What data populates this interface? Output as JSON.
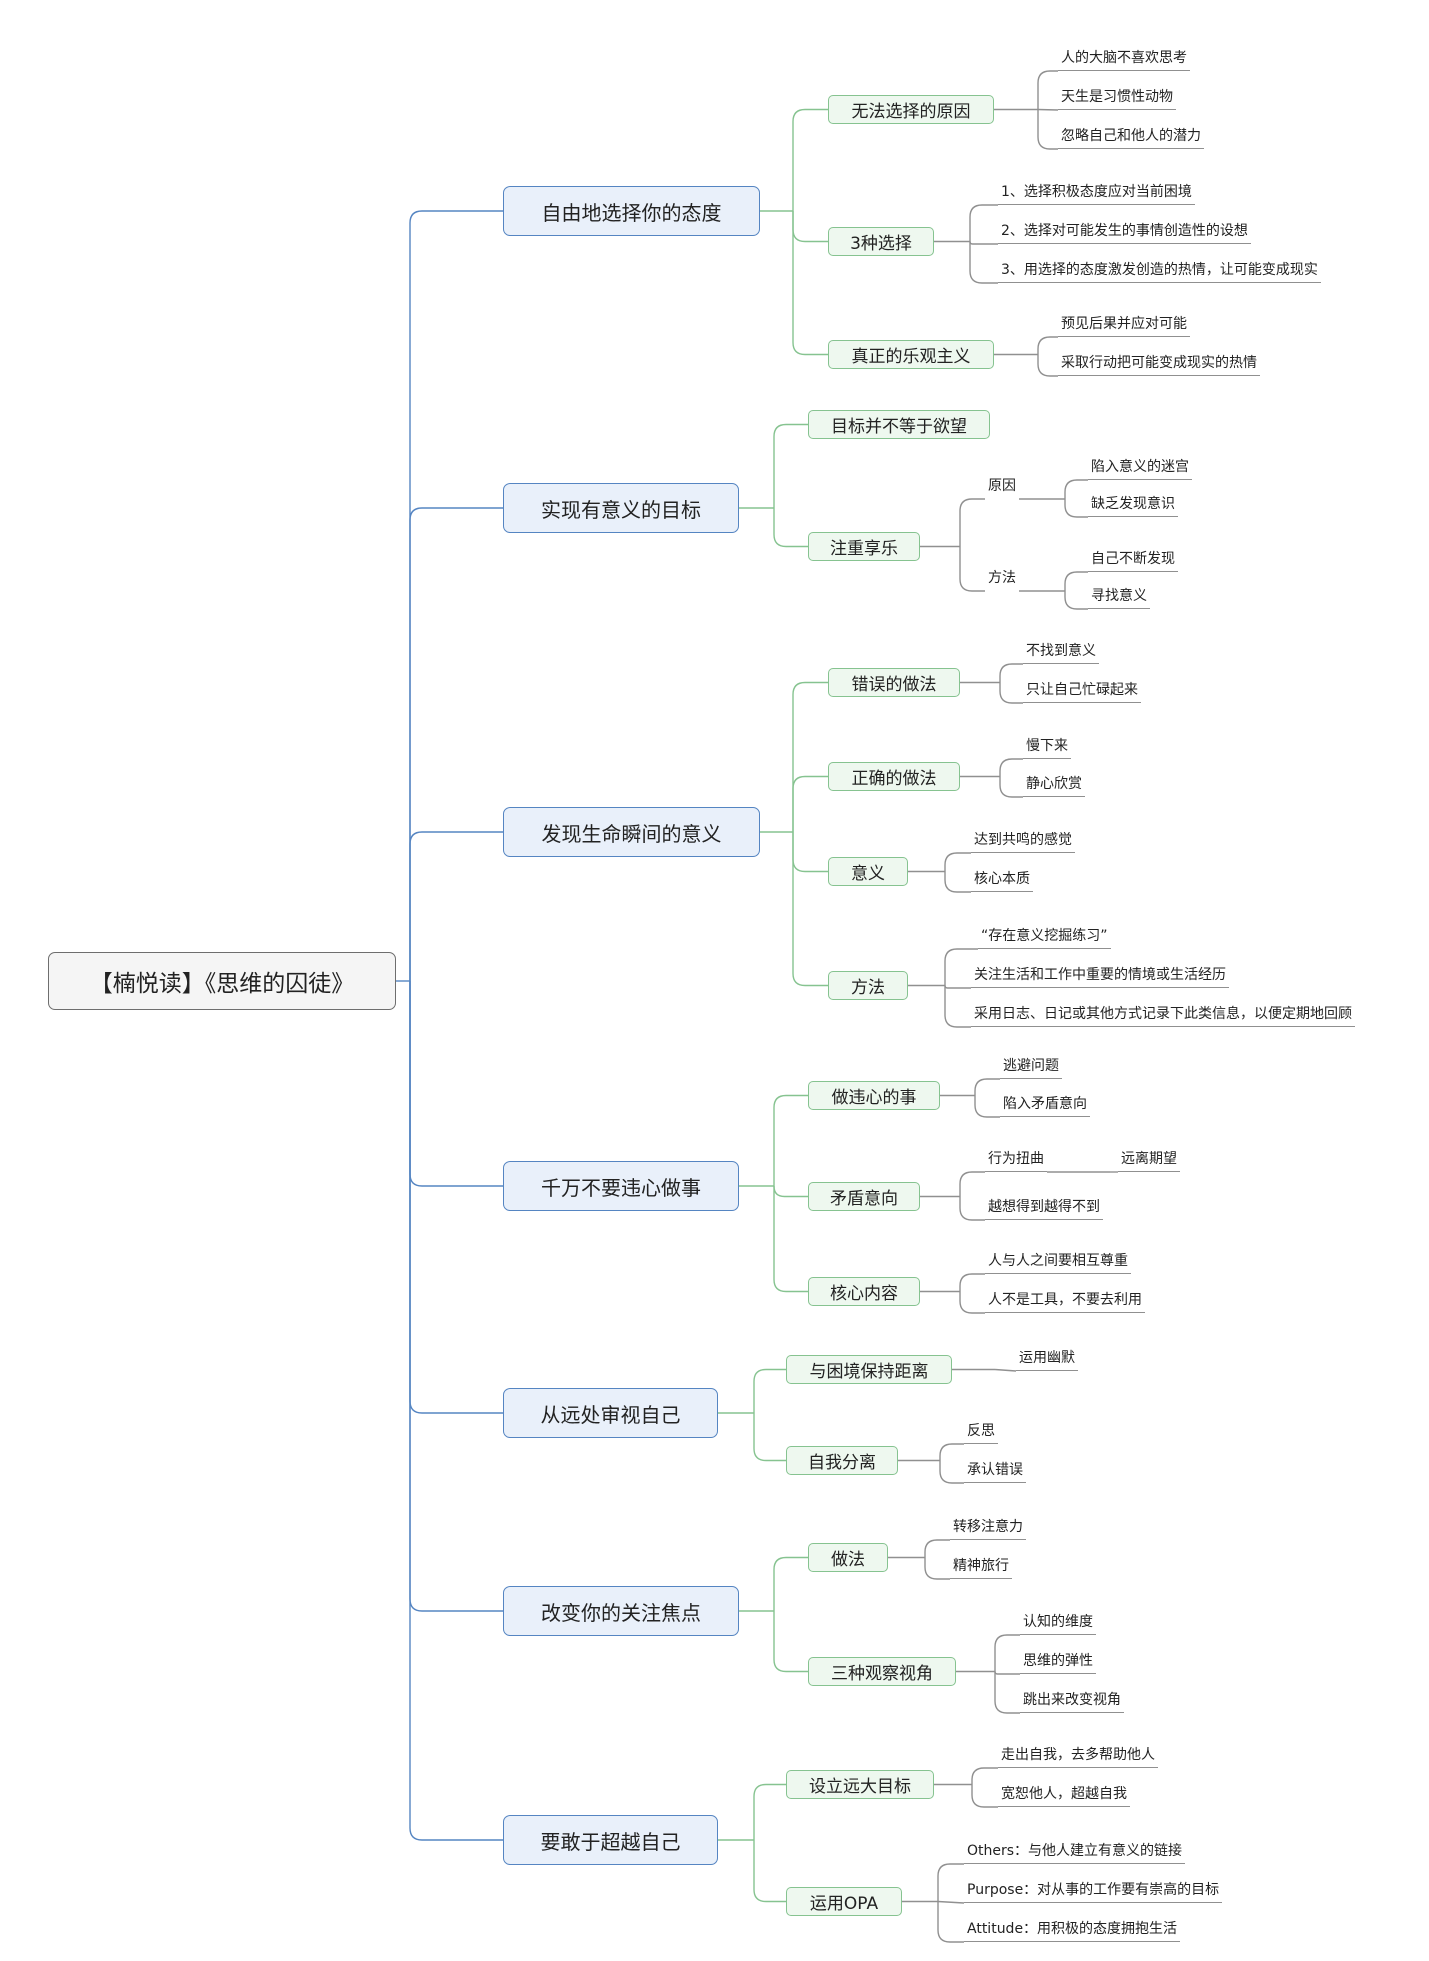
{
  "root": "【楠悦读】《思维的囚徒》",
  "b1": {
    "title": "自由地选择你的态度",
    "s1": {
      "title": "无法选择的原因",
      "items": [
        "人的大脑不喜欢思考",
        "天生是习惯性动物",
        "忽略自己和他人的潜力"
      ]
    },
    "s2": {
      "title": "3种选择",
      "items": [
        "1、选择积极态度应对当前困境",
        "2、选择对可能发生的事情创造性的设想",
        "3、用选择的态度激发创造的热情，让可能变成现实"
      ]
    },
    "s3": {
      "title": "真正的乐观主义",
      "items": [
        "预见后果并应对可能",
        "采取行动把可能变成现实的热情"
      ]
    }
  },
  "b2": {
    "title": "实现有意义的目标",
    "s1": {
      "title": "目标并不等于欲望"
    },
    "s2": {
      "title": "注重享乐",
      "g1": {
        "label": "原因",
        "items": [
          "陷入意义的迷宫",
          "缺乏发现意识"
        ]
      },
      "g2": {
        "label": "方法",
        "items": [
          "自己不断发现",
          "寻找意义"
        ]
      }
    }
  },
  "b3": {
    "title": "发现生命瞬间的意义",
    "s1": {
      "title": "错误的做法",
      "items": [
        "不找到意义",
        "只让自己忙碌起来"
      ]
    },
    "s2": {
      "title": "正确的做法",
      "items": [
        "慢下来",
        "静心欣赏"
      ]
    },
    "s3": {
      "title": "意义",
      "items": [
        "达到共鸣的感觉",
        "核心本质"
      ]
    },
    "s4": {
      "title": "方法",
      "items": [
        "“存在意义挖掘练习”",
        "关注生活和工作中重要的情境或生活经历",
        "采用日志、日记或其他方式记录下此类信息，以便定期地回顾"
      ]
    }
  },
  "b4": {
    "title": "千万不要违心做事",
    "s1": {
      "title": "做违心的事",
      "items": [
        "逃避问题",
        "陷入矛盾意向"
      ]
    },
    "s2": {
      "title": "矛盾意向",
      "items": [
        "行为扭曲",
        "越想得到越得不到"
      ],
      "sub": "远离期望"
    },
    "s3": {
      "title": "核心内容",
      "items": [
        "人与人之间要相互尊重",
        "人不是工具，不要去利用"
      ]
    }
  },
  "b5": {
    "title": "从远处审视自己",
    "s1": {
      "title": "与困境保持距离",
      "items": [
        "运用幽默"
      ]
    },
    "s2": {
      "title": "自我分离",
      "items": [
        "反思",
        "承认错误"
      ]
    }
  },
  "b6": {
    "title": "改变你的关注焦点",
    "s1": {
      "title": "做法",
      "items": [
        "转移注意力",
        "精神旅行"
      ]
    },
    "s2": {
      "title": "三种观察视角",
      "items": [
        "认知的维度",
        "思维的弹性",
        "跳出来改变视角"
      ]
    }
  },
  "b7": {
    "title": "要敢于超越自己",
    "s1": {
      "title": "设立远大目标",
      "items": [
        "走出自我，去多帮助他人",
        "宽恕他人，超越自我"
      ]
    },
    "s2": {
      "title": "运用OPA",
      "items": [
        "Others：与他人建立有意义的链接",
        "Purpose：对从事的工作要有崇高的目标",
        "Attitude：用积极的态度拥抱生活"
      ]
    }
  },
  "colors": {
    "level1_line": "#5585c2",
    "level2_line": "#86c390",
    "leaf_line": "#909090"
  }
}
